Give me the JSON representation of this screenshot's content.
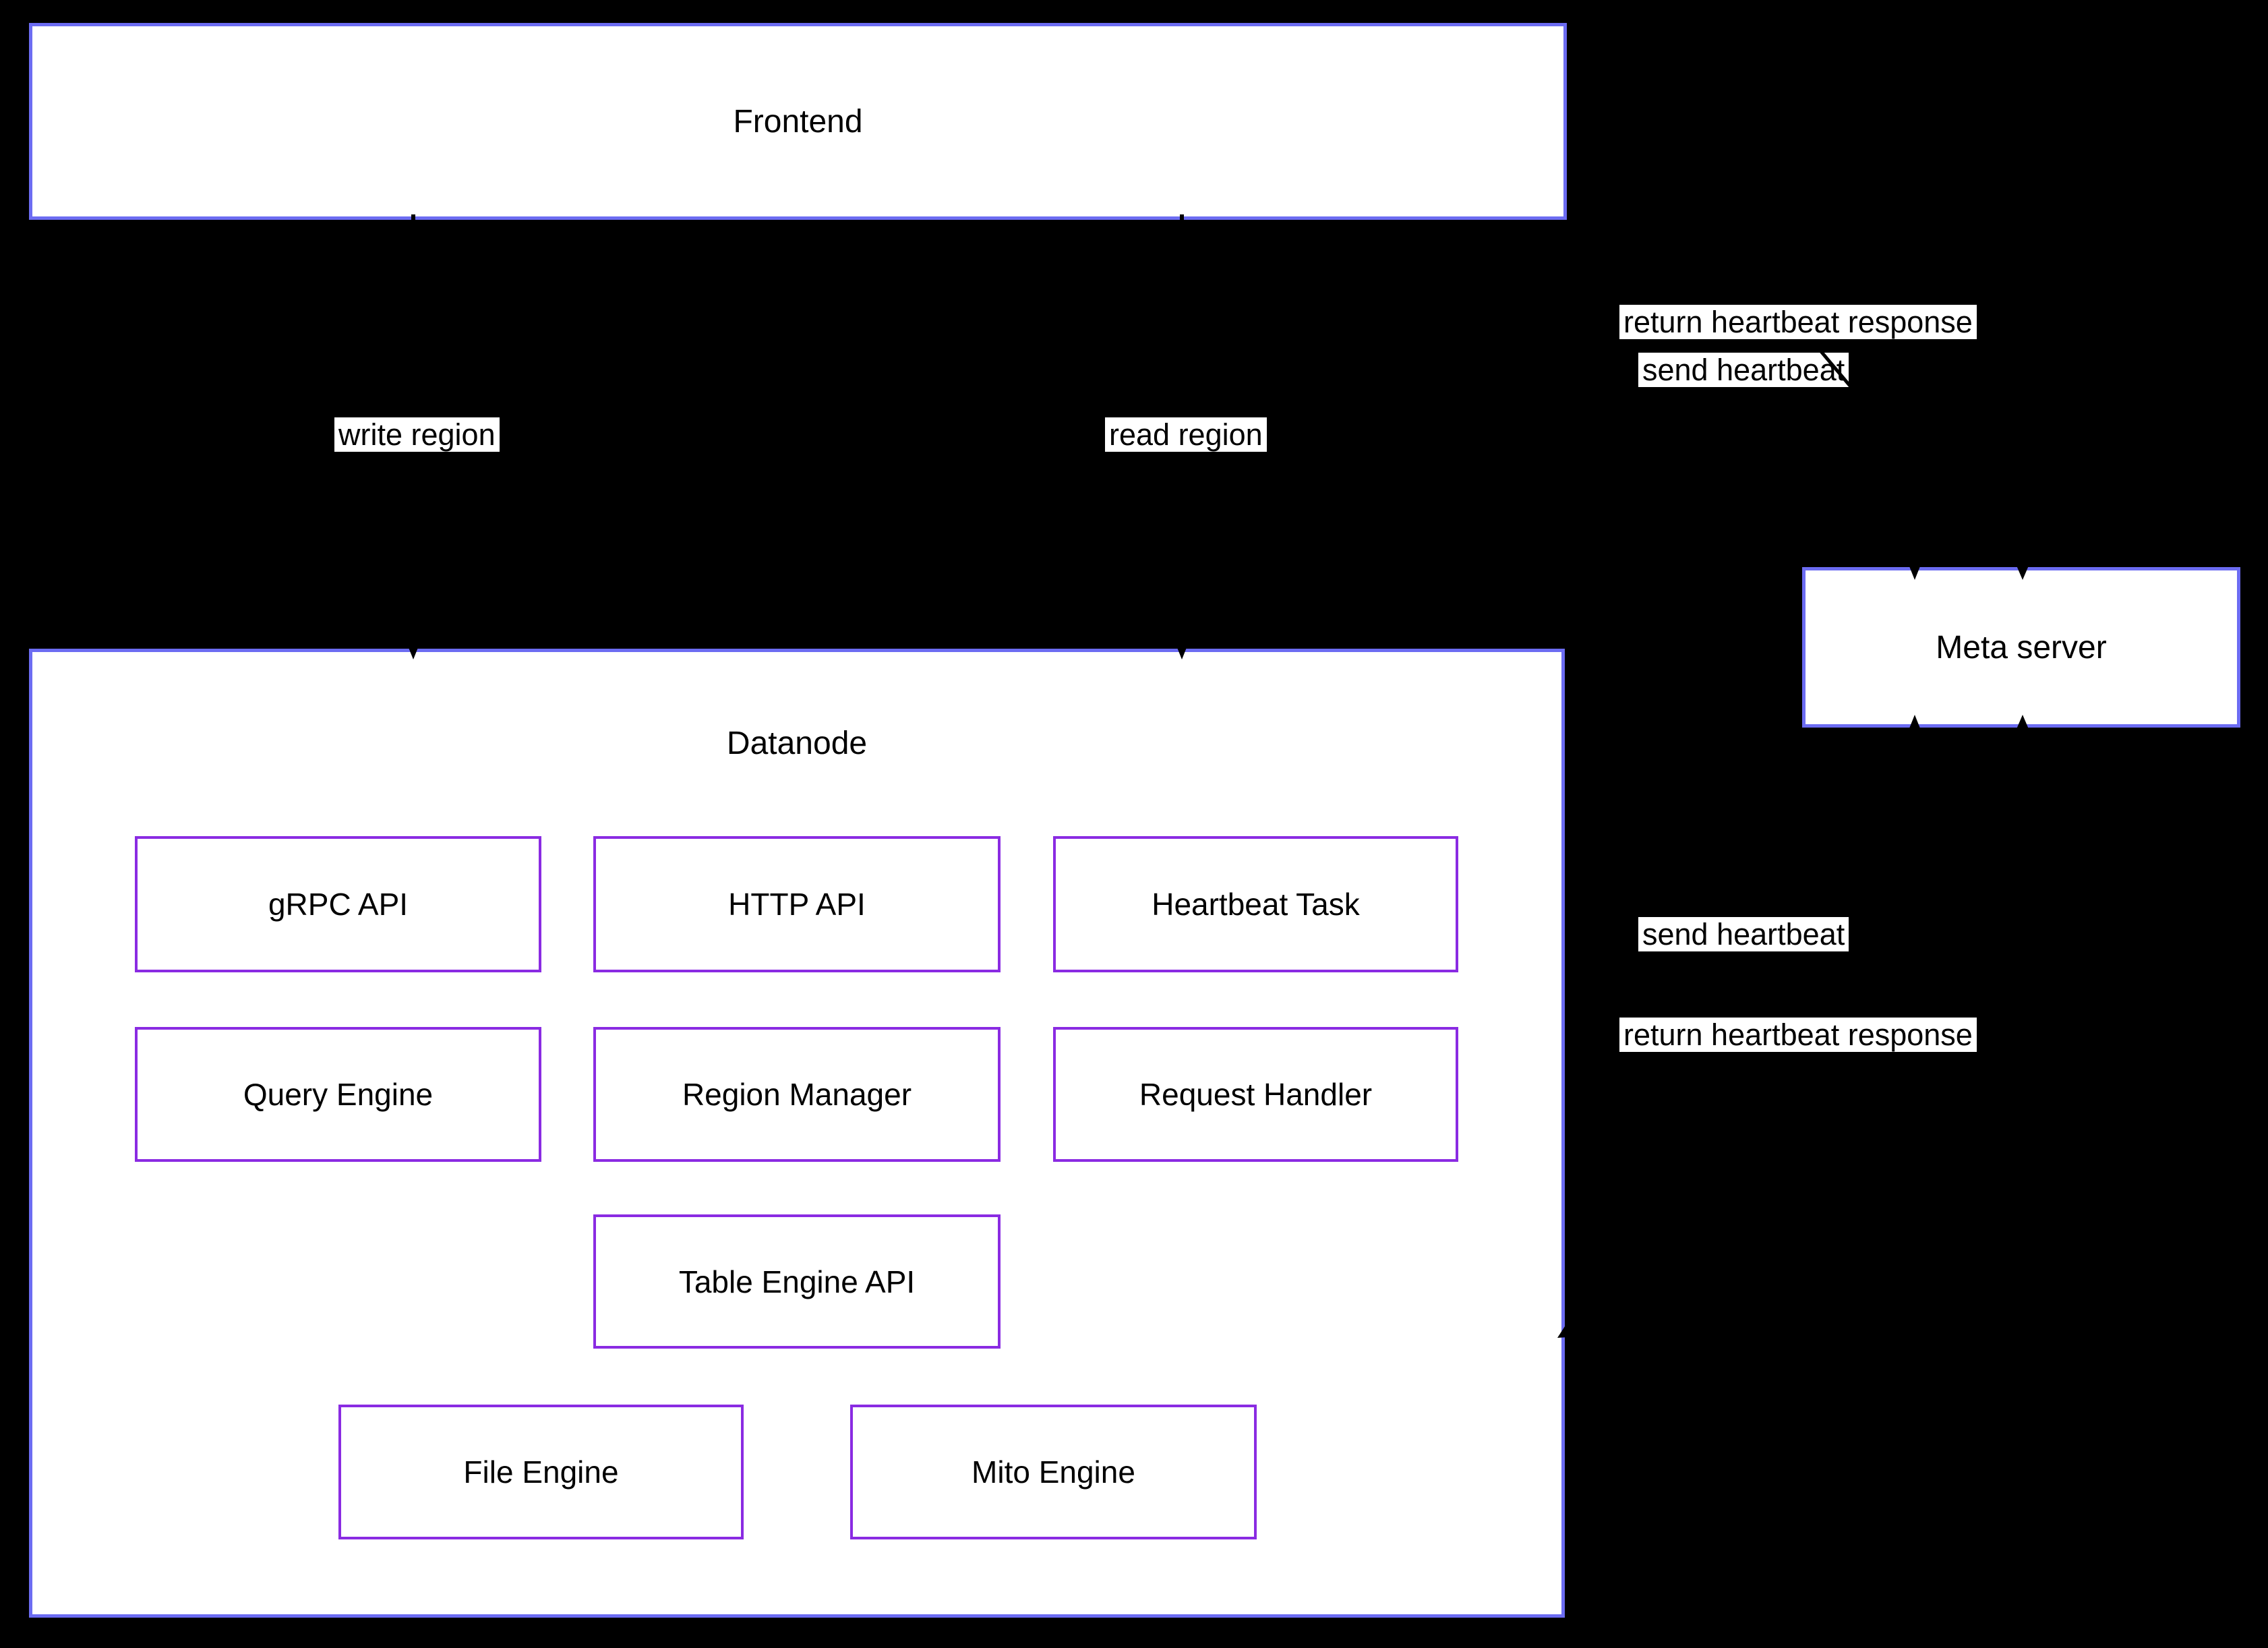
{
  "canvas": {
    "background": "#000000"
  },
  "palette": {
    "container_border": "#6c6cf2",
    "component_border": "#8a2be2",
    "box_fill": "#ffffff",
    "label_background": "#ffffff",
    "text": "#000000",
    "arrow": "#000000"
  },
  "containers": {
    "frontend": {
      "label": "Frontend"
    },
    "datanode": {
      "label": "Datanode"
    },
    "meta_server": {
      "label": "Meta server"
    }
  },
  "components": {
    "grpc_api": {
      "label": "gRPC API"
    },
    "http_api": {
      "label": "HTTP API"
    },
    "heartbeat_task": {
      "label": "Heartbeat Task"
    },
    "query_engine": {
      "label": "Query Engine"
    },
    "region_manager": {
      "label": "Region Manager"
    },
    "request_handler": {
      "label": "Request Handler"
    },
    "table_engine_api": {
      "label": "Table Engine API"
    },
    "file_engine": {
      "label": "File Engine"
    },
    "mito_engine": {
      "label": "Mito Engine"
    }
  },
  "edge_labels": {
    "return_heartbeat_top": {
      "text": "return heartbeat response"
    },
    "send_heartbeat_top": {
      "text": "send heartbeat"
    },
    "write_region": {
      "text": "write region"
    },
    "read_region": {
      "text": "read region"
    },
    "send_heartbeat_side": {
      "text": "send heartbeat"
    },
    "return_heartbeat_side": {
      "text": "return heartbeat response"
    }
  }
}
